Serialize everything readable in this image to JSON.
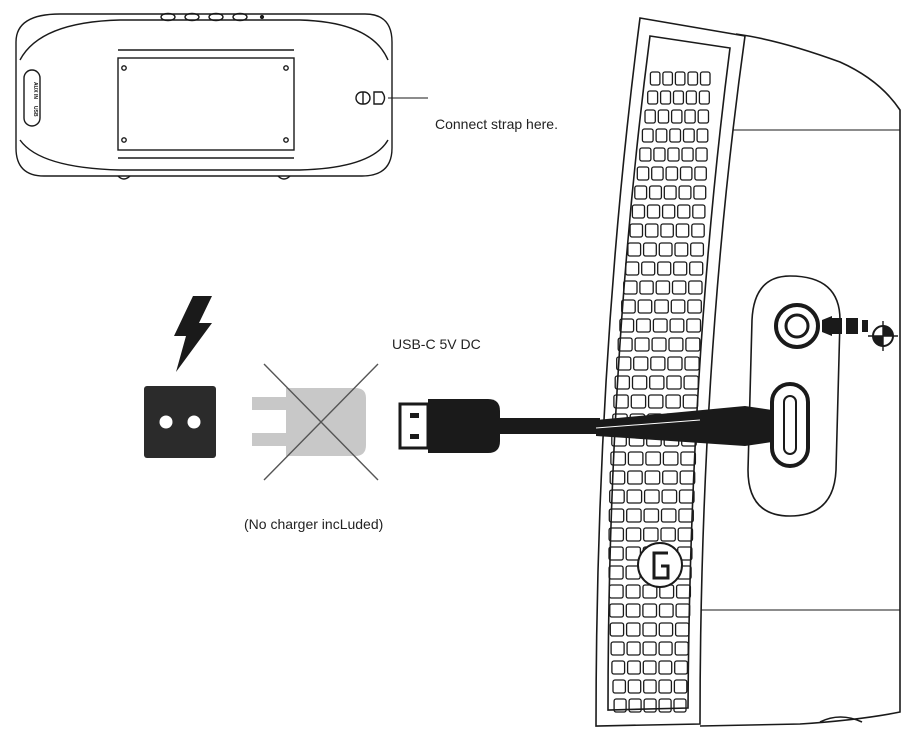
{
  "labels": {
    "connect_strap": "Connect strap here.",
    "usb_spec": "USB-C 5V DC",
    "no_charger": "(No charger incLuded)"
  },
  "port_labels": {
    "aux": "AUX IN",
    "usb": "USB"
  },
  "icons": {
    "power": "lightning-bolt-icon",
    "outlet": "power-outlet-icon",
    "charger": "wall-charger-icon",
    "crossed": "not-included-cross-icon",
    "usb": "usb-a-plug-icon",
    "aux": "aux-plug-icon"
  },
  "colors": {
    "ink": "#1a1a1a",
    "outlet": "#2b2b2b",
    "charger": "#c8c8c8",
    "cross": "#555555"
  }
}
